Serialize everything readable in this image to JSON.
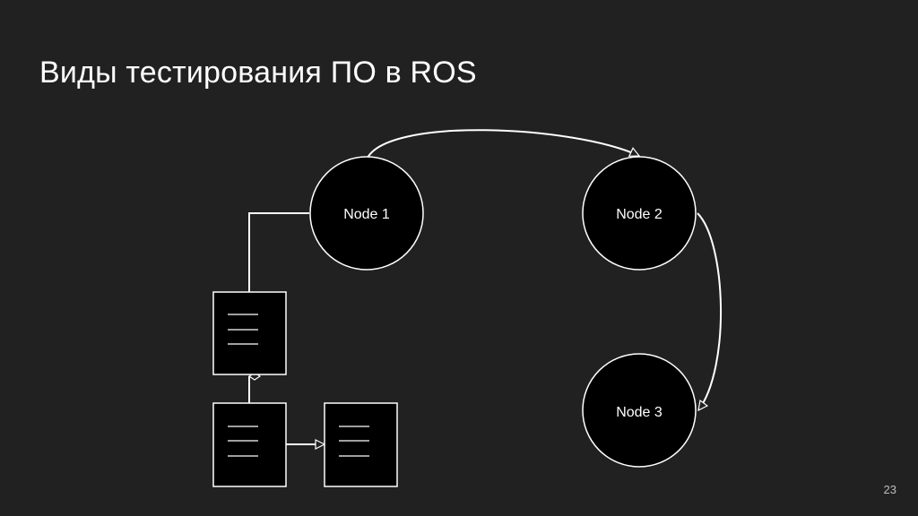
{
  "slide": {
    "title": "Виды тестирования ПО в ROS",
    "page_number": "23"
  },
  "nodes": [
    {
      "id": "node1",
      "label": "Node 1"
    },
    {
      "id": "node2",
      "label": "Node 2"
    },
    {
      "id": "node3",
      "label": "Node 3"
    }
  ],
  "colors": {
    "background": "#212121",
    "node_fill": "#000000",
    "stroke": "#ffffff",
    "text": "#ffffff",
    "page_number": "#bdbdbd"
  }
}
